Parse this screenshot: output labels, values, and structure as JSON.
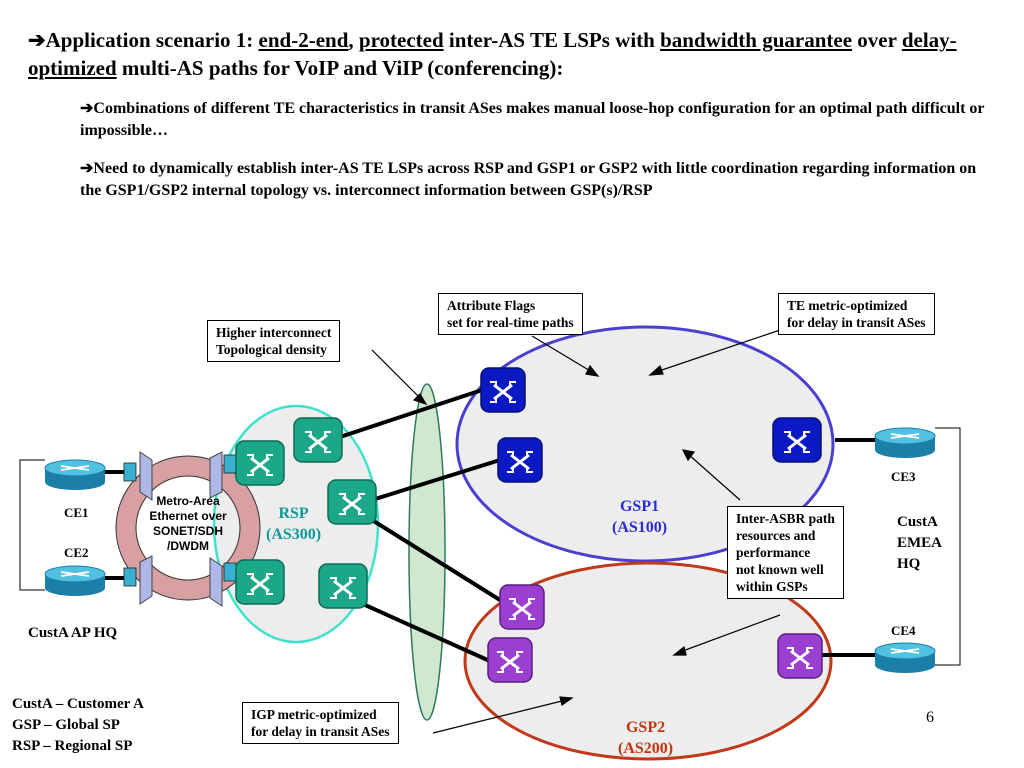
{
  "title": {
    "arrow": "➔",
    "p1": "Application scenario 1: ",
    "u1": "end-2-end",
    "p2": ", ",
    "u2": "protected",
    "p3": " inter-AS TE LSPs with ",
    "u3": "bandwidth guarantee",
    "p4": " over ",
    "u4": "delay-optimized",
    "p5": " multi-AS paths for VoIP and ViIP (conferencing):"
  },
  "bullets": [
    {
      "arrow": "➔",
      "text": "Combinations of different TE characteristics  in transit ASes makes manual loose-hop configuration for an optimal path difficult or impossible…"
    },
    {
      "arrow": "➔",
      "text": "Need to dynamically establish inter-AS TE LSPs across RSP and GSP1 or GSP2 with little coordination regarding information on the GSP1/GSP2 internal topology vs. interconnect information between GSP(s)/RSP"
    }
  ],
  "callouts": {
    "attribute_flags": [
      "Attribute Flags",
      "set for real-time paths"
    ],
    "te_metric": [
      "TE metric-optimized",
      "for delay in transit ASes"
    ],
    "higher_interconnect": [
      "Higher interconnect",
      "Topological density"
    ],
    "inter_asbr": [
      "Inter-ASBR path",
      "resources and",
      "performance",
      "not known well",
      "within GSPs"
    ],
    "igp_metric": [
      "IGP metric-optimized",
      "for delay in transit ASes"
    ]
  },
  "domains": {
    "rsp": [
      "RSP",
      "(AS300)"
    ],
    "gsp1": [
      "GSP1",
      "(AS100)"
    ],
    "gsp2": [
      "GSP2",
      "(AS200)"
    ]
  },
  "metro": [
    "Metro-Area",
    "Ethernet over",
    "SONET/SDH",
    "/DWDM"
  ],
  "ce": {
    "ce1": "CE1",
    "ce2": "CE2",
    "ce3": "CE3",
    "ce4": "CE4"
  },
  "sites": {
    "ap_hq": "CustA AP HQ",
    "emea_hq": [
      "CustA",
      "EMEA",
      "HQ"
    ]
  },
  "legend": [
    "CustA – Customer A",
    "GSP – Global SP",
    "RSP – Regional SP"
  ],
  "page_number": "6",
  "colors": {
    "rsp_border": "#3fe3c8",
    "rsp_router": "#1ca888",
    "gsp1_border": "#4a3fcf",
    "gsp1_router": "#0b19c4",
    "gsp2_border": "#c0391b",
    "gsp2_router": "#9a3fd0",
    "ce_router": "#2fa5cc",
    "cloud_fill": "#ededed",
    "metro_ring": "#d8a0a0"
  }
}
